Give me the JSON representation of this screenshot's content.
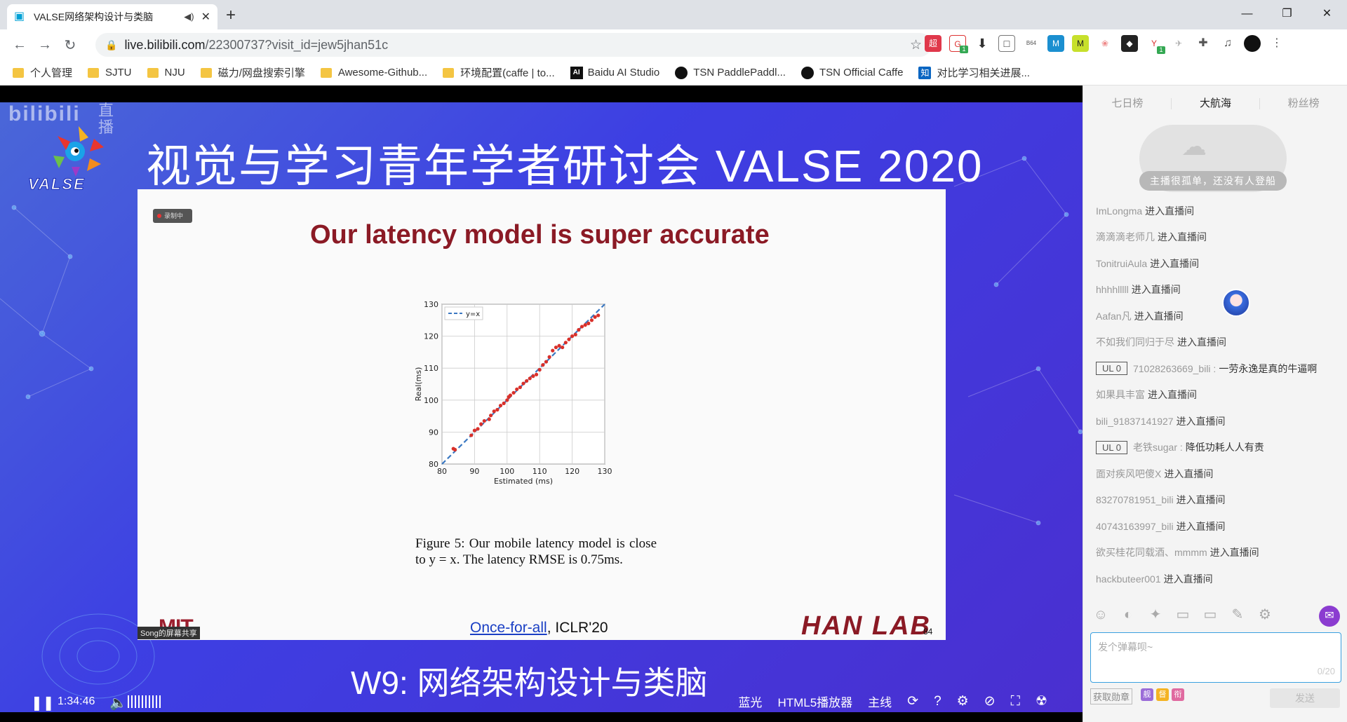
{
  "browser": {
    "tab_title": "VALSE网络架构设计与类脑",
    "url_host": "live.bilibili.com",
    "url_path": "/22300737?visit_id=jew5jhan51c",
    "bookmarks": [
      "个人管理",
      "SJTU",
      "NJU",
      "磁力/网盘搜索引擎",
      "Awesome-Github...",
      "环境配置(caffe | to...",
      "Baidu AI Studio",
      "TSN PaddlePaddl...",
      "TSN Official Caffe",
      "对比学习相关进展..."
    ]
  },
  "stream": {
    "live_logo": "bilibili",
    "live_tag": "直播",
    "valse_logo": "VALSE",
    "header_title": "视觉与学习青年学者研讨会 VALSE 2020",
    "rec_label": "录制中",
    "slide_title": "Our latency model is super accurate",
    "caption": "Figure 5: Our mobile latency model is close to y = x. The latency RMSE is 0.75ms.",
    "mit_logo": "MIT",
    "screen_share": "Song的屏幕共享",
    "ref_link": "Once-for-all",
    "ref_venue": ", ICLR'20",
    "hanlab": "HAN LAB",
    "page_num": "84",
    "bottom_title": "W9: 网络架构设计与类脑"
  },
  "chart_data": {
    "type": "scatter",
    "title": "",
    "xlabel": "Estimated (ms)",
    "ylabel": "Real(ms)",
    "xlim": [
      80,
      130
    ],
    "ylim": [
      80,
      130
    ],
    "xticks": [
      80,
      90,
      100,
      110,
      120,
      130
    ],
    "yticks": [
      80,
      90,
      100,
      110,
      120,
      130
    ],
    "grid": true,
    "legend": "top-left",
    "series": [
      {
        "name": "y=x",
        "kind": "dashed-line",
        "color": "#3a78c2",
        "x": [
          80,
          130
        ],
        "y": [
          80,
          130
        ]
      },
      {
        "name": "",
        "kind": "points",
        "color": "#d9302a",
        "x": [
          83.5,
          84,
          89,
          90,
          91,
          92,
          93,
          94.5,
          95,
          96,
          97,
          98,
          99,
          100,
          100.5,
          101,
          102,
          103,
          104,
          105,
          106,
          107,
          108,
          109,
          110,
          111,
          112,
          113,
          114,
          115,
          116,
          117,
          118,
          119,
          120,
          121,
          122,
          123,
          124,
          125,
          126,
          127,
          128
        ],
        "y": [
          84.8,
          84.5,
          89,
          90.5,
          91,
          92.5,
          93.5,
          94,
          95.2,
          96.5,
          97,
          98.3,
          99,
          100,
          101,
          101.5,
          102.3,
          103.4,
          104,
          105.2,
          106,
          106.8,
          107.5,
          108,
          109.5,
          111,
          112,
          113.5,
          115.5,
          116.5,
          117,
          116.5,
          118,
          119,
          120,
          120.5,
          122,
          123,
          123.5,
          124,
          125,
          126,
          126.5
        ]
      }
    ]
  },
  "player": {
    "time": "1:34:46",
    "quality": "蓝光",
    "player_type": "HTML5播放器",
    "line": "主线"
  },
  "panel": {
    "tabs": [
      "七日榜",
      "大航海",
      "粉丝榜"
    ],
    "empty_text": "主播很孤单，还没有人登船",
    "messages": [
      {
        "user": "ImLongma",
        "action": "进入直播间"
      },
      {
        "user": "滴滴滴老师几",
        "action": "进入直播间"
      },
      {
        "user": "TonitruiAula",
        "action": "进入直播间"
      },
      {
        "user": "hhhhlllll",
        "action": "进入直播间"
      },
      {
        "user": "Aafan凡",
        "action": "进入直播间"
      },
      {
        "user": "不如我们同归于尽",
        "action": "进入直播间"
      },
      {
        "level": "UL 0",
        "user": "71028263669_bili :",
        "text": "一劳永逸是真的牛逼啊"
      },
      {
        "user": "如果具丰富",
        "action": "进入直播间"
      },
      {
        "user": "bili_91837141927",
        "action": "进入直播间"
      },
      {
        "level": "UL 0",
        "user": "老铁sugar :",
        "text": "降低功耗人人有责"
      },
      {
        "user": "面对疾风吧傻X",
        "action": "进入直播间"
      },
      {
        "user": "83270781951_bili",
        "action": "进入直播间"
      },
      {
        "user": "40743163997_bili",
        "action": "进入直播间"
      },
      {
        "user": "欲买桂花同载酒、mmmm",
        "action": "进入直播间"
      },
      {
        "user": "hackbuteer001",
        "action": "进入直播间"
      }
    ],
    "input_placeholder": "发个弹幕呗~",
    "counter": "0/20",
    "medal_btn": "获取勋章",
    "badges": [
      "舰",
      "督",
      "衔"
    ],
    "send": "发送"
  }
}
